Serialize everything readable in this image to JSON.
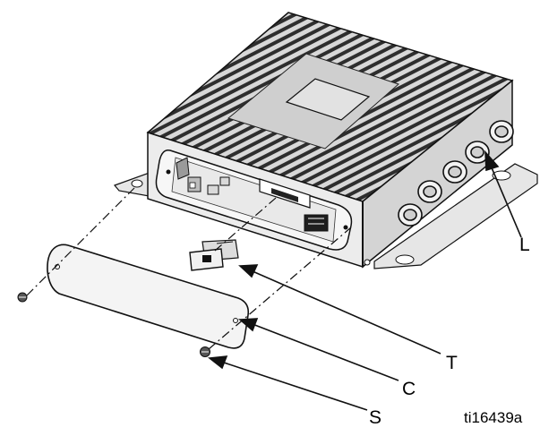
{
  "figure": {
    "figure_id": "ti16439a",
    "callouts": {
      "L": "L",
      "T": "T",
      "C": "C",
      "S": "S"
    },
    "colors": {
      "line": "#111111",
      "fill_light": "#e9e9e9",
      "fill_mid": "#c9c9c9",
      "fill_dark": "#8a8a8a",
      "fin": "#2a2a2a"
    }
  }
}
